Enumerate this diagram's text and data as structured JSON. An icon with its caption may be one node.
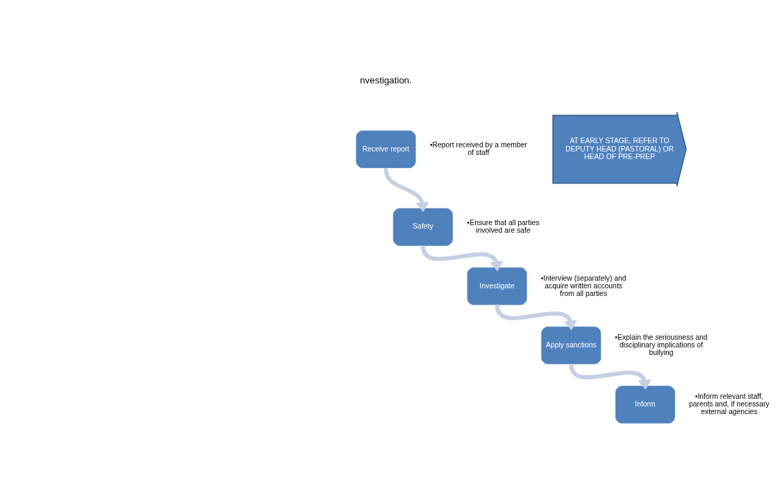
{
  "diagram": {
    "nodes": [
      {
        "text": [
          "Receive report"
        ],
        "beside": [
          "•Report received by a member of staff"
        ]
      },
      {
        "text": [
          "Safety"
        ],
        "beside": [
          "•Ensure that all parties involved are safe"
        ]
      },
      {
        "text": [
          "Investigate"
        ],
        "beside": [
          "•Interview (separately) and acquire written accounts from all parties"
        ]
      },
      {
        "text": [
          "Apply sanctions"
        ],
        "beside": [
          "•Explain the seriousness and disciplinary implications of bullying"
        ]
      },
      {
        "text": [
          "Inform"
        ],
        "beside": [
          "•Inform relevant staff, parents and, if necessary external agencies"
        ]
      },
      {
        "text": [
          "AT EARLY STAGE, REFER TO DEPUTY HEAD (PASTORAL) OR HEAD OF PRE-PREP"
        ]
      }
    ],
    "edges": [
      {
        "from": 0,
        "to": 1,
        "arrow": "to"
      },
      {
        "from": 1,
        "to": 2,
        "arrow": "to"
      },
      {
        "from": 2,
        "to": 3,
        "arrow": "to"
      },
      {
        "from": 3,
        "to": 4,
        "arrow": "to"
      }
    ],
    "labels": [
      "nvestigation."
    ]
  }
}
